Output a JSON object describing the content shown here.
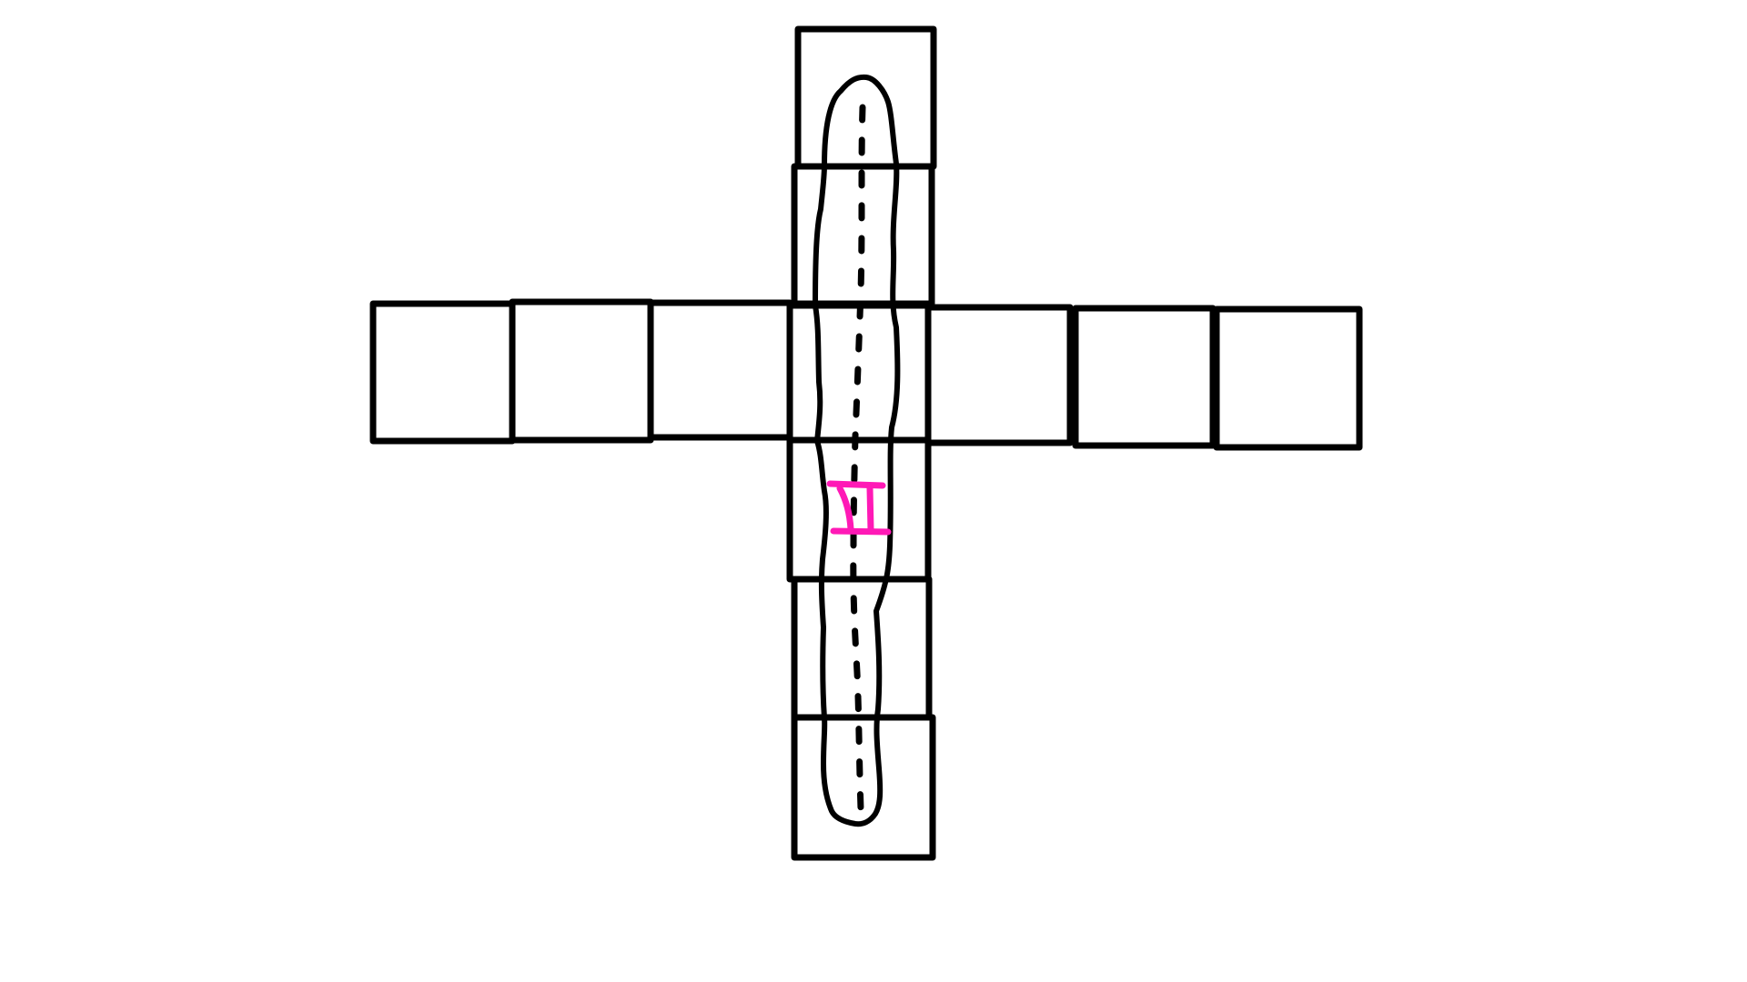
{
  "diagram": {
    "grid": {
      "vertical_column_cells": 6,
      "horizontal_row_cells": 7,
      "shared_center_cell": true
    },
    "shape": {
      "kind": "elongated-outline-with-dashed-centerline",
      "span": "top-cell-to-bottom-cell"
    },
    "marker": {
      "kind": "ladder-mark"
    }
  },
  "colors": {
    "background": "#ffffff",
    "stroke": "#000000",
    "marker": "#ff19b6"
  }
}
